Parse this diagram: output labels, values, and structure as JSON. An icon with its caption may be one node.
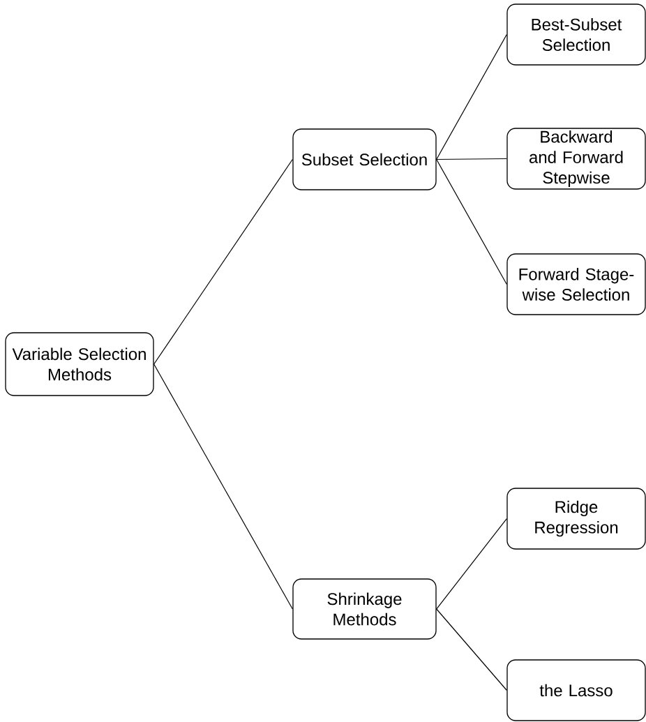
{
  "diagram": {
    "nodes": [
      {
        "text": [
          "Variable Selection Methods"
        ]
      },
      {
        "text": [
          "Subset Selection"
        ]
      },
      {
        "text": [
          "Best-Subset Selection"
        ]
      },
      {
        "text": [
          "Backward and Forward Stepwise"
        ]
      },
      {
        "text": [
          "Forward Stage-wise Selection"
        ]
      },
      {
        "text": [
          "Shrinkage Methods"
        ]
      },
      {
        "text": [
          "Ridge Regression"
        ]
      },
      {
        "text": [
          "the Lasso"
        ]
      }
    ],
    "edges": [
      {
        "from": 0,
        "to": 1,
        "arrow": "none"
      },
      {
        "from": 0,
        "to": 5,
        "arrow": "none"
      },
      {
        "from": 1,
        "to": 2,
        "arrow": "none"
      },
      {
        "from": 1,
        "to": 3,
        "arrow": "none"
      },
      {
        "from": 1,
        "to": 4,
        "arrow": "none"
      },
      {
        "from": 5,
        "to": 6,
        "arrow": "none"
      },
      {
        "from": 5,
        "to": 7,
        "arrow": "none"
      }
    ]
  }
}
